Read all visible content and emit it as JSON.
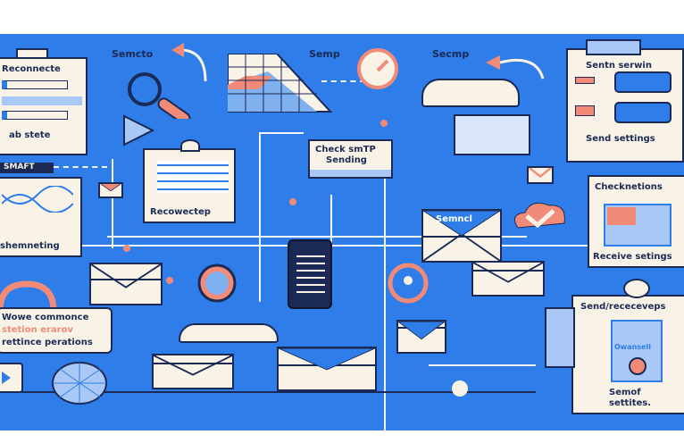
{
  "labels": {
    "semcto": "Semcto",
    "reconnecte": "Reconnecte",
    "ab_state": "ab stete",
    "smaft": "SMAFT",
    "semp": "Semp",
    "secmp": "Secmp",
    "check_smtp": "Check smTP",
    "sending": "Sending",
    "semncl": "Semncl",
    "recowectep": "Recowectep",
    "shemneting": "shemneting",
    "sentn_serwin": "Sentn serwin",
    "send_settings": "Send settings",
    "checknetions": "Checknetions",
    "receive_settings": "Receive setings",
    "send_receive": "Send/receceveps",
    "owansell": "Owansell",
    "semof": "Semof",
    "settites": "settites.",
    "note_line1": "Wowe commonce",
    "note_line2": "stetion erarov",
    "note_line3": "rettince perations"
  },
  "colors": {
    "background": "#2f7de8",
    "card": "#f8f3e6",
    "accent": "#f28a78",
    "ink": "#1b2a55"
  }
}
